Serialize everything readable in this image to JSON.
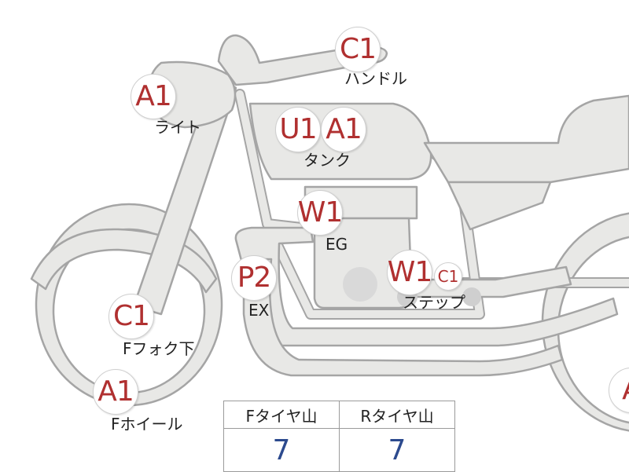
{
  "parts": [
    {
      "id": "handle",
      "grade": "C1",
      "label": "ハンドル"
    },
    {
      "id": "light",
      "grade": "A1",
      "label": "ライト"
    },
    {
      "id": "tank",
      "grades": [
        "U1",
        "A1"
      ],
      "label": "タンク"
    },
    {
      "id": "engine",
      "grade": "W1",
      "label": "EG"
    },
    {
      "id": "exhaust",
      "grade": "P2",
      "label": "EX"
    },
    {
      "id": "step",
      "grades": [
        "W1",
        "C1"
      ],
      "label": "ステップ"
    },
    {
      "id": "front-fork",
      "grade": "C1",
      "label": "Fフォク下"
    },
    {
      "id": "front-wheel",
      "grade": "A1",
      "label": "Fホイール"
    },
    {
      "id": "rear-wheel",
      "grade": "A"
    }
  ],
  "tire_table": {
    "headers": [
      "Fタイヤ山",
      "Rタイヤ山"
    ],
    "values": [
      "7",
      "7"
    ]
  },
  "colors": {
    "grade_text": "#b03030",
    "label_text": "#222222",
    "value_text": "#2c4a8e",
    "bike_fill": "#e8e8e6",
    "bike_stroke": "#a5a5a5"
  }
}
